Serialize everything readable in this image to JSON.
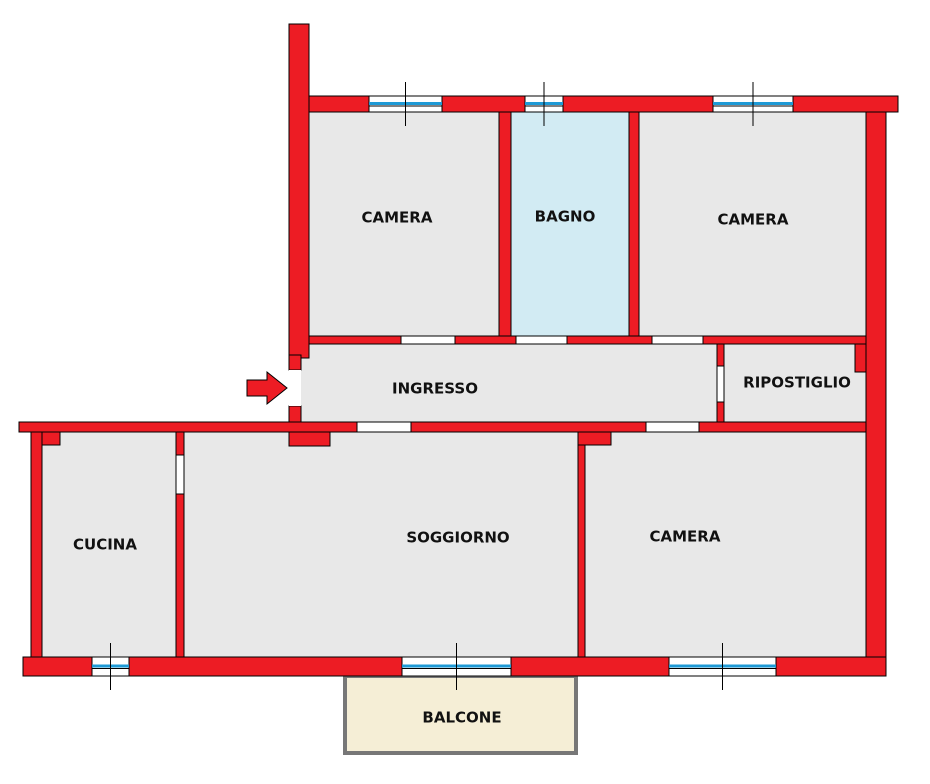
{
  "plan": {
    "colors": {
      "wall": "#ed1c24",
      "room": "#e8e8e8",
      "bagno": "#d2ebf3",
      "balcone": "#f5eed6",
      "glass": "#1e9ad6"
    },
    "rooms": {
      "camera_top_left": "CAMERA",
      "bagno": "BAGNO",
      "camera_top_right": "CAMERA",
      "ingresso": "INGRESSO",
      "ripostiglio": "RIPOSTIGLIO",
      "cucina": "CUCINA",
      "soggiorno": "SOGGIORNO",
      "camera_bottom": "CAMERA",
      "balcone": "BALCONE"
    },
    "entrance_icon": "arrow-right-icon"
  }
}
